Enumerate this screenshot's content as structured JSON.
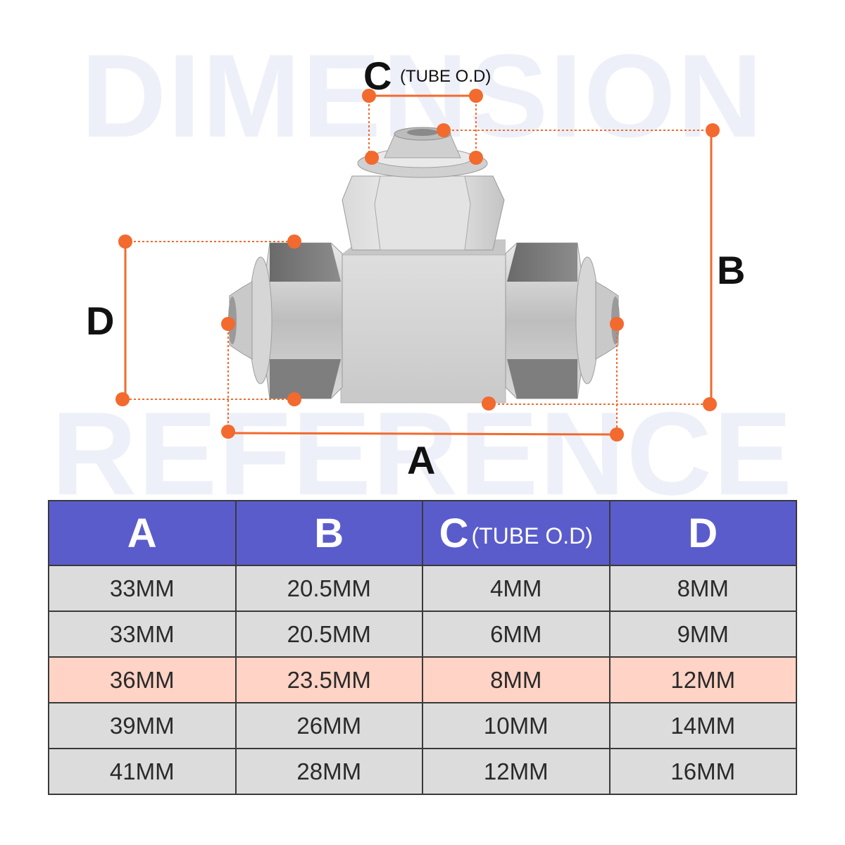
{
  "watermark": {
    "line1": "DIMENSION",
    "line2": "REFERENCE"
  },
  "labels": {
    "a": "A",
    "b": "B",
    "c": "C",
    "c_note": "(TUBE O.D)",
    "d": "D"
  },
  "table": {
    "headers": [
      {
        "letter": "A",
        "note": ""
      },
      {
        "letter": "B",
        "note": ""
      },
      {
        "letter": "C",
        "note": "(TUBE O.D)"
      },
      {
        "letter": "D",
        "note": ""
      }
    ],
    "rows": [
      {
        "cells": [
          "33MM",
          "20.5MM",
          "4MM",
          "8MM"
        ],
        "highlight": false
      },
      {
        "cells": [
          "33MM",
          "20.5MM",
          "6MM",
          "9MM"
        ],
        "highlight": false
      },
      {
        "cells": [
          "36MM",
          "23.5MM",
          "8MM",
          "12MM"
        ],
        "highlight": true
      },
      {
        "cells": [
          "39MM",
          "26MM",
          "10MM",
          "14MM"
        ],
        "highlight": false
      },
      {
        "cells": [
          "41MM",
          "28MM",
          "12MM",
          "16MM"
        ],
        "highlight": false
      }
    ]
  },
  "colors": {
    "accent": "#f26a2e",
    "header_bg": "#5a5ccc",
    "highlight_row": "#ffd3c5",
    "row_bg": "#dcdcdc"
  }
}
